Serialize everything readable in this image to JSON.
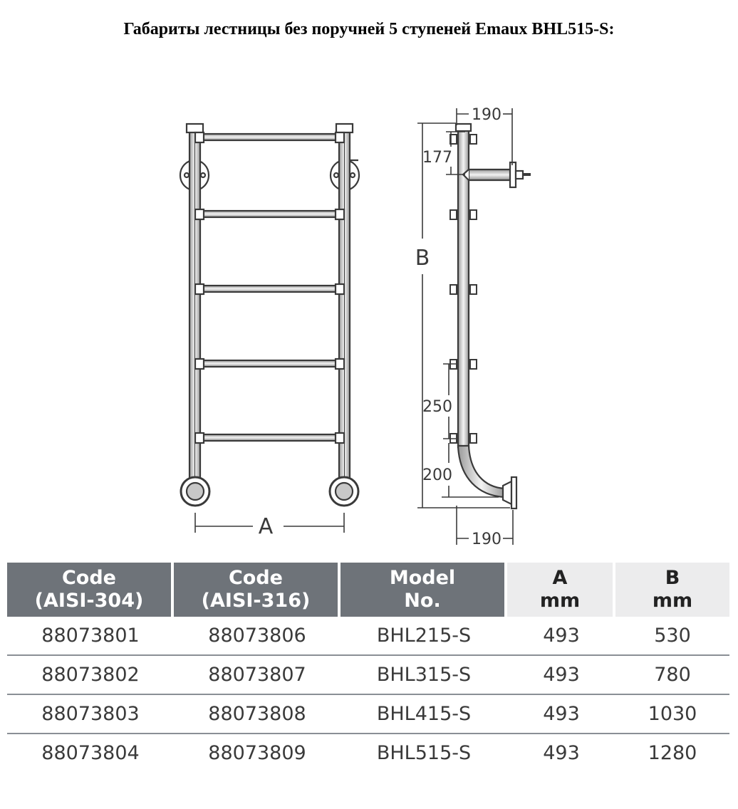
{
  "title": "Габариты лестницы без поручней 5 ступеней Emaux BHL515-S:",
  "drawing": {
    "dim_top": "190",
    "dim_step_top": "177",
    "dim_height": "B",
    "dim_step": "250",
    "dim_bottom_step": "200",
    "dim_bottom": "190",
    "dim_width": "A"
  },
  "table": {
    "headers": [
      {
        "line1": "Code",
        "line2": "(AISI-304)"
      },
      {
        "line1": "Code",
        "line2": "(AISI-316)"
      },
      {
        "line1": "Model",
        "line2": "No."
      },
      {
        "line1": "A",
        "line2": "mm"
      },
      {
        "line1": "B",
        "line2": "mm"
      }
    ],
    "rows": [
      [
        "88073801",
        "88073806",
        "BHL215-S",
        "493",
        "530"
      ],
      [
        "88073802",
        "88073807",
        "BHL315-S",
        "493",
        "780"
      ],
      [
        "88073803",
        "88073808",
        "BHL415-S",
        "493",
        "1030"
      ],
      [
        "88073804",
        "88073809",
        "BHL515-S",
        "493",
        "1280"
      ]
    ]
  },
  "colors": {
    "header_dark": "#6e7379",
    "header_light": "#ececed",
    "line": "#3a3a3a"
  }
}
